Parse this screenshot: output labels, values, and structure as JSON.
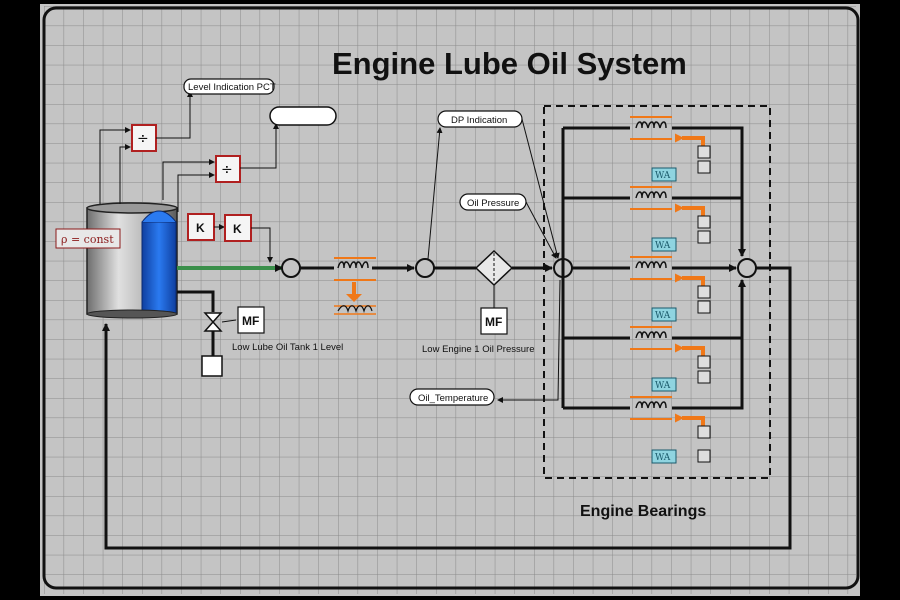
{
  "diagram": {
    "title": "Engine Lube Oil System",
    "tank": {
      "density_label": "ρ = const"
    },
    "tags": {
      "level_indication": "Level Indication PCT",
      "blank_tag": "",
      "dp_indication": "DP Indication",
      "oil_pressure": "Oil Pressure",
      "oil_temperature": "Oil_Temperature"
    },
    "gain_blocks": [
      "K",
      "K"
    ],
    "divide_symbol": "÷",
    "alarms": {
      "tank_level": {
        "button": "MF",
        "label": "Low Lube Oil Tank 1 Level"
      },
      "oil_pressure": {
        "button": "MF",
        "label": "Low Engine 1 Oil Pressure"
      }
    },
    "bearings": {
      "group_label": "Engine Bearings",
      "load_label": "WA",
      "count": 5
    },
    "colors": {
      "background": "#c4c4c4",
      "grid": "#8a8a8a",
      "oil_blue": "#1a66e0",
      "heat_orange": "#f07818",
      "outlet_green": "#3a8f4a",
      "block_red": "#b02020"
    }
  }
}
